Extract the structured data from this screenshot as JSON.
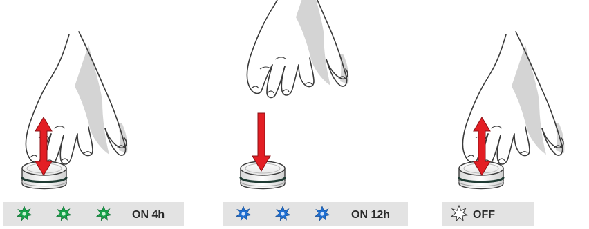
{
  "panels": [
    {
      "id": "panel-on-4h",
      "gesture": "press-and-release",
      "label": "ON 4h",
      "indicator": "green-flash",
      "indicator_count": 3
    },
    {
      "id": "panel-on-12h",
      "gesture": "press",
      "label": "ON 12h",
      "indicator": "blue-flash",
      "indicator_count": 3
    },
    {
      "id": "panel-off",
      "gesture": "press-and-release",
      "label": "OFF",
      "indicator": "white-flash",
      "indicator_count": 1
    }
  ],
  "colors": {
    "arrow": "#e31e24",
    "arrow_outline": "#8b1014",
    "bar": "#e3e3e3",
    "text": "#2a2a2a",
    "green_flash": "#17a34a",
    "green_flash_core": "#c9f5d5",
    "blue_flash": "#1f6fd1",
    "blue_flash_core": "#cfe3ff",
    "white_flash": "#ffffff",
    "button_ring": "#1f3b33",
    "outline": "#3a3a3a",
    "shadow": "#cfcfcf"
  }
}
